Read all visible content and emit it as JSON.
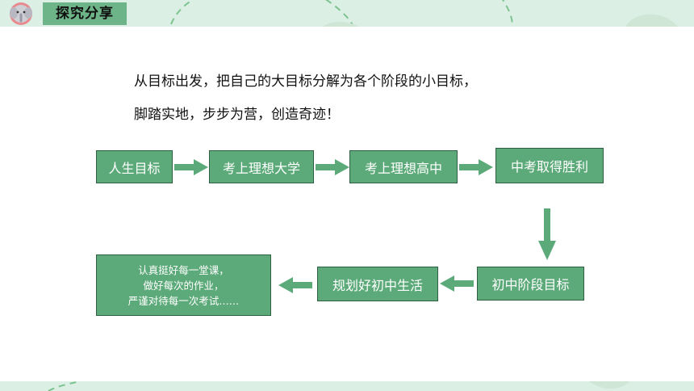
{
  "header": {
    "section_title": "探究分享",
    "logo_icon": "elephant-icon"
  },
  "intro": {
    "line1": "从目标出发，把自己的大目标分解为各个阶段的小目标，",
    "line2": "脚踏实地，步步为营，创造奇迹！"
  },
  "flow": {
    "steps": [
      "人生目标",
      "考上理想大学",
      "考上理想高中",
      "中考取得胜利",
      "初中阶段目标",
      "规划好初中生活"
    ],
    "actions": [
      "认真挺好每一堂课，",
      "做好每次的作业，",
      "严谨对待每一次考试……"
    ]
  },
  "colors": {
    "box_fill": "#5caa79",
    "box_border": "#2f5f43",
    "band": "#dcefe4",
    "tab": "#6db589"
  }
}
